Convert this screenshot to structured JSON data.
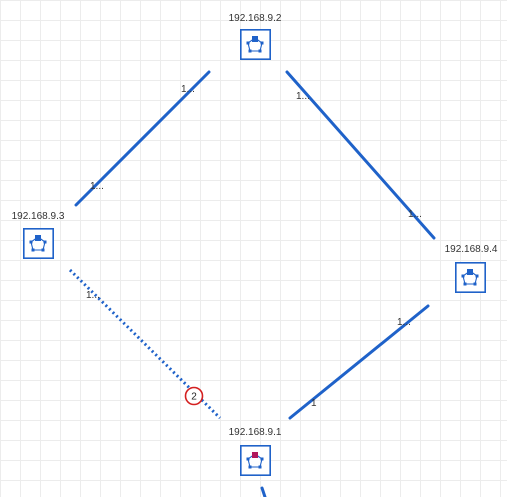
{
  "colors": {
    "link": "#1f62c9",
    "node_frame": "#1f62c9",
    "node_icon": "#1f62c9",
    "node_icon_highlight": "#b0175b",
    "alarm": "#d42020"
  },
  "nodes": [
    {
      "id": "n2",
      "label": "192.168.9.2",
      "icon": "network-device-icon",
      "highlight": false
    },
    {
      "id": "n3",
      "label": "192.168.9.3",
      "icon": "network-device-icon",
      "highlight": false
    },
    {
      "id": "n4",
      "label": "192.168.9.4",
      "icon": "network-device-icon",
      "highlight": false
    },
    {
      "id": "n1",
      "label": "192.168.9.1",
      "icon": "network-device-icon",
      "highlight": true
    }
  ],
  "links": [
    {
      "id": "l23",
      "style": "solid",
      "label_a": "1...",
      "label_b": "1..."
    },
    {
      "id": "l24",
      "style": "solid",
      "label_a": "1...",
      "label_b": "1..."
    },
    {
      "id": "l31",
      "style": "dotted",
      "label_a": "1...",
      "alarm_count": "2"
    },
    {
      "id": "l41",
      "style": "solid",
      "label_a": "1...",
      "label_b": "1"
    },
    {
      "id": "l1x",
      "style": "solid"
    }
  ]
}
